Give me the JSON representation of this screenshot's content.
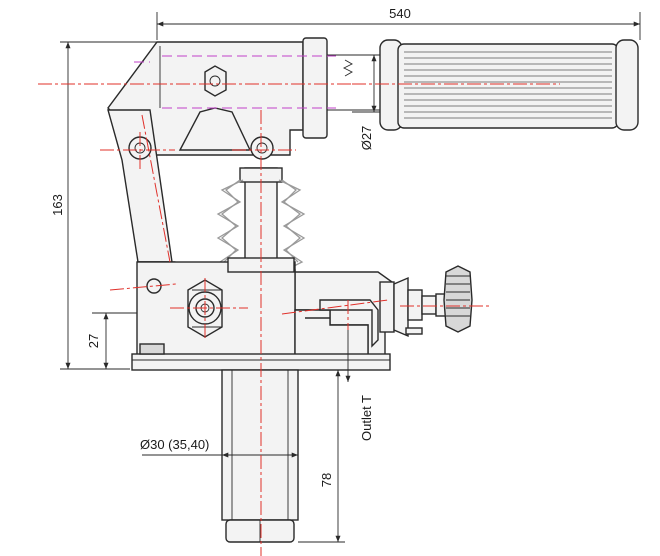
{
  "dimensions": {
    "overall_length": "540",
    "height": "163",
    "base_height": "27",
    "handle_diameter": "Ø27",
    "plunger_diameter": "Ø30 (35,40)",
    "plunger_length": "78"
  },
  "labels": {
    "outlet": "Outlet T"
  },
  "colors": {
    "outline": "#2a2a2a",
    "centerline": "#e0302a",
    "hidden_line": "#c040c8",
    "fill": "#f3f3f3"
  }
}
